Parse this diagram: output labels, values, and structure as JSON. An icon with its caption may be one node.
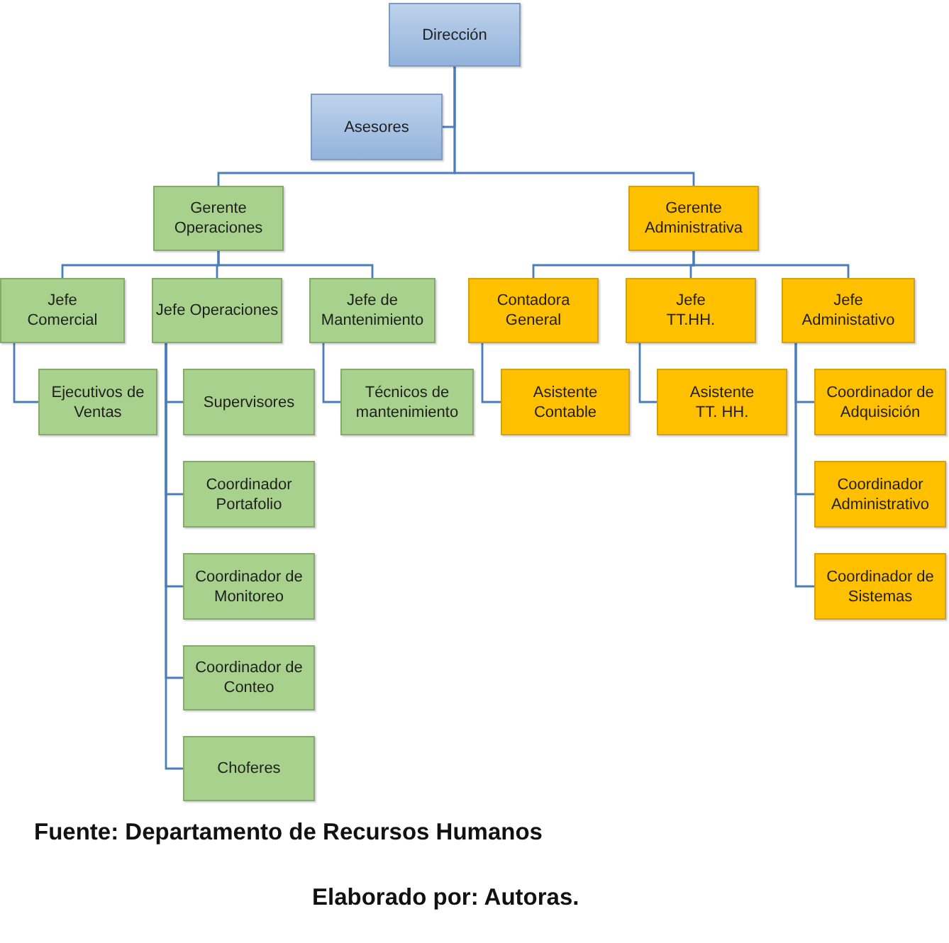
{
  "diagram": {
    "caption": "Fuente: Departamento de Recursos Humanos",
    "nodes": [
      {
        "text": [
          "Dirección"
        ]
      },
      {
        "text": [
          "Asesores"
        ]
      },
      {
        "text": [
          "Gerente Operaciones"
        ]
      },
      {
        "text": [
          "Gerente Administrativa"
        ]
      },
      {
        "text": [
          "Jefe Comercial"
        ]
      },
      {
        "text": [
          "Jefe Operaciones"
        ]
      },
      {
        "text": [
          "Jefe de Mantenimiento"
        ]
      },
      {
        "text": [
          "Contadora General"
        ]
      },
      {
        "text": [
          "Jefe TT.HH."
        ]
      },
      {
        "text": [
          "Jefe Administativo"
        ]
      },
      {
        "text": [
          "Ejecutivos de Ventas"
        ]
      },
      {
        "text": [
          "Supervisores"
        ]
      },
      {
        "text": [
          "Técnicos de mantenimiento"
        ]
      },
      {
        "text": [
          "Asistente Contable"
        ]
      },
      {
        "text": [
          "Asistente TT. HH."
        ]
      },
      {
        "text": [
          "Coordinador de Adquisición"
        ]
      },
      {
        "text": [
          "Coordinador Portafolio"
        ]
      },
      {
        "text": [
          "Coordinador Administrativo"
        ]
      },
      {
        "text": [
          "Coordinador de Monitoreo"
        ]
      },
      {
        "text": [
          "Coordinador de Sistemas"
        ]
      },
      {
        "text": [
          "Coordinador de Conteo"
        ]
      },
      {
        "text": [
          "Choferes"
        ]
      }
    ],
    "edges": [
      {
        "from": 0,
        "to": 1,
        "arrow": "none"
      },
      {
        "from": 0,
        "to": 2,
        "arrow": "none"
      },
      {
        "from": 0,
        "to": 3,
        "arrow": "none"
      },
      {
        "from": 2,
        "to": 4,
        "arrow": "none"
      },
      {
        "from": 2,
        "to": 5,
        "arrow": "none"
      },
      {
        "from": 2,
        "to": 6,
        "arrow": "none"
      },
      {
        "from": 3,
        "to": 7,
        "arrow": "none"
      },
      {
        "from": 3,
        "to": 8,
        "arrow": "none"
      },
      {
        "from": 3,
        "to": 9,
        "arrow": "none"
      },
      {
        "from": 4,
        "to": 10,
        "arrow": "none"
      },
      {
        "from": 5,
        "to": 11,
        "arrow": "none"
      },
      {
        "from": 5,
        "to": 16,
        "arrow": "none"
      },
      {
        "from": 5,
        "to": 18,
        "arrow": "none"
      },
      {
        "from": 5,
        "to": 20,
        "arrow": "none"
      },
      {
        "from": 5,
        "to": 21,
        "arrow": "none"
      },
      {
        "from": 6,
        "to": 12,
        "arrow": "none"
      },
      {
        "from": 7,
        "to": 13,
        "arrow": "none"
      },
      {
        "from": 8,
        "to": 14,
        "arrow": "none"
      },
      {
        "from": 9,
        "to": 15,
        "arrow": "none"
      },
      {
        "from": 9,
        "to": 17,
        "arrow": "none"
      },
      {
        "from": 9,
        "to": 19,
        "arrow": "none"
      }
    ],
    "labels": [
      "Elaborado por: Autoras."
    ]
  }
}
